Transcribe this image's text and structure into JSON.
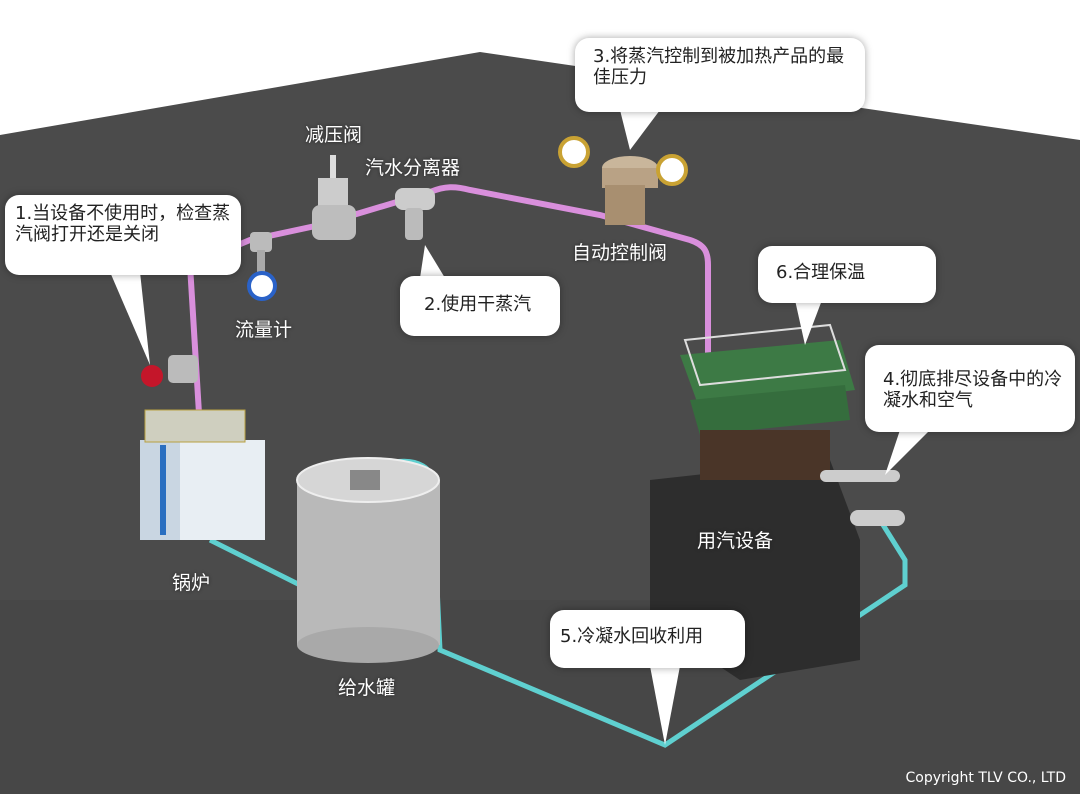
{
  "callouts": {
    "c1": "1.当设备不使用时，检查蒸汽阀打开还是关闭",
    "c2": "2.使用干蒸汽",
    "c3": "3.将蒸汽控制到被加热产品的最佳压力",
    "c4": "4.彻底排尽设备中的冷凝水和空气",
    "c5": "5.冷凝水回收利用",
    "c6": "6.合理保温"
  },
  "labels": {
    "pressure_reducing_valve": "减压阀",
    "separator": "汽水分离器",
    "flow_meter": "流量计",
    "control_valve": "自动控制阀",
    "steam_equipment": "用汽设备",
    "boiler": "锅炉",
    "feed_tank": "给水罐"
  },
  "copyright": "Copyright TLV CO., LTD",
  "colors": {
    "floor": "#4b4b4b",
    "steam_pipe": "#d98fdc",
    "condensate_pipe": "#5fd0d0",
    "equipment_green": "#3d7a45"
  }
}
